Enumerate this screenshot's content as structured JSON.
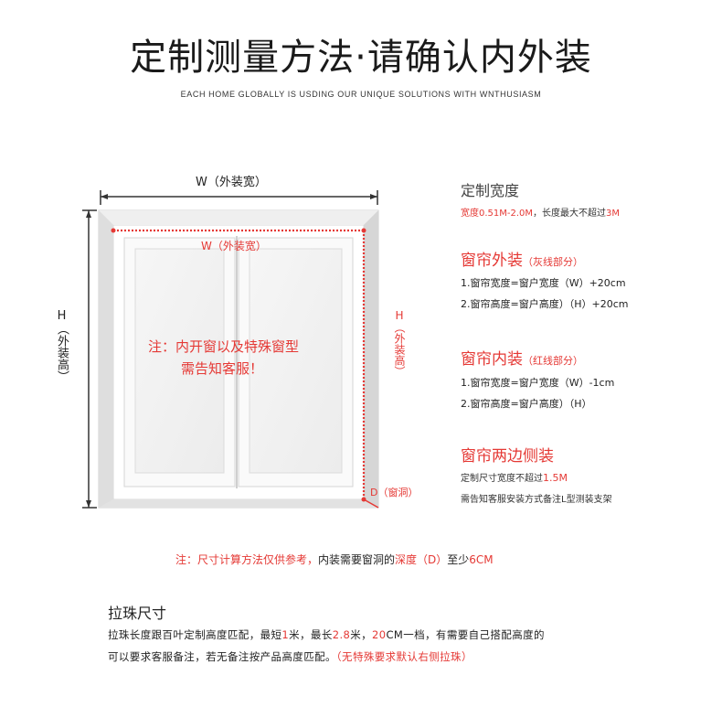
{
  "header": {
    "title": "定制测量方法·请确认内外装",
    "subtitle": "EACH HOME GLOBALLY IS USDING OUR UNIQUE SOLUTIONS WITH WNTHUSIASM"
  },
  "diagram": {
    "outer_width_label": "W（外装宽）",
    "outer_height_label": "H（外装高）",
    "inner_width_label": "W（外装宽）",
    "inner_height_label": "H（外装高）",
    "depth_label": "D（窗洞）",
    "window_note_line1": "注：内开窗以及特殊窗型",
    "window_note_line2": "需告知客服！"
  },
  "right_panel": {
    "custom_width": {
      "title": "定制宽度",
      "desc_prefix": "宽度",
      "desc_range": "0.51M-2.0M",
      "desc_mid": "，长度最大不超过",
      "desc_max": "3M"
    },
    "outer_mount": {
      "title": "窗帘外装",
      "tag": "（灰线部分）",
      "line1": "1.窗帘宽度=窗户宽度（W）+20cm",
      "line2": "2.窗帘高度=窗户高度）（H）+20cm"
    },
    "inner_mount": {
      "title": "窗帘内装",
      "tag": "（红线部分）",
      "line1": "1.窗帘宽度=窗户宽度（W）-1cm",
      "line2": "2.窗帘高度=窗户高度）（H）"
    },
    "side_mount": {
      "title": "窗帘两边侧装",
      "line1_prefix": "定制尺寸宽度不超过",
      "line1_value": "1.5M",
      "line2": "需告知客服安装方式备注L型测装支架"
    }
  },
  "footnote": {
    "part1": "注：尺寸计算方法仅供参考，",
    "part2": "内装需要窗洞的",
    "part3": "深度（D）",
    "part4": "至少",
    "part5": "6CM"
  },
  "bead": {
    "title": "拉珠尺寸",
    "line1_a": "拉珠长度跟百叶定制高度匹配，最短",
    "line1_b": "1",
    "line1_c": "米，最长",
    "line1_d": "2.8",
    "line1_e": "米，",
    "line1_f": "20",
    "line1_g": "CM一档，有需要自己搭配高度的",
    "line2_a": "可以要求客服备注，若无备注按产品高度匹配。",
    "line2_b": "（无特殊要求默认右侧拉珠）"
  },
  "colors": {
    "accent_red": "#e53935",
    "dim_line": "#333333",
    "frame": "#d9d9d9"
  }
}
